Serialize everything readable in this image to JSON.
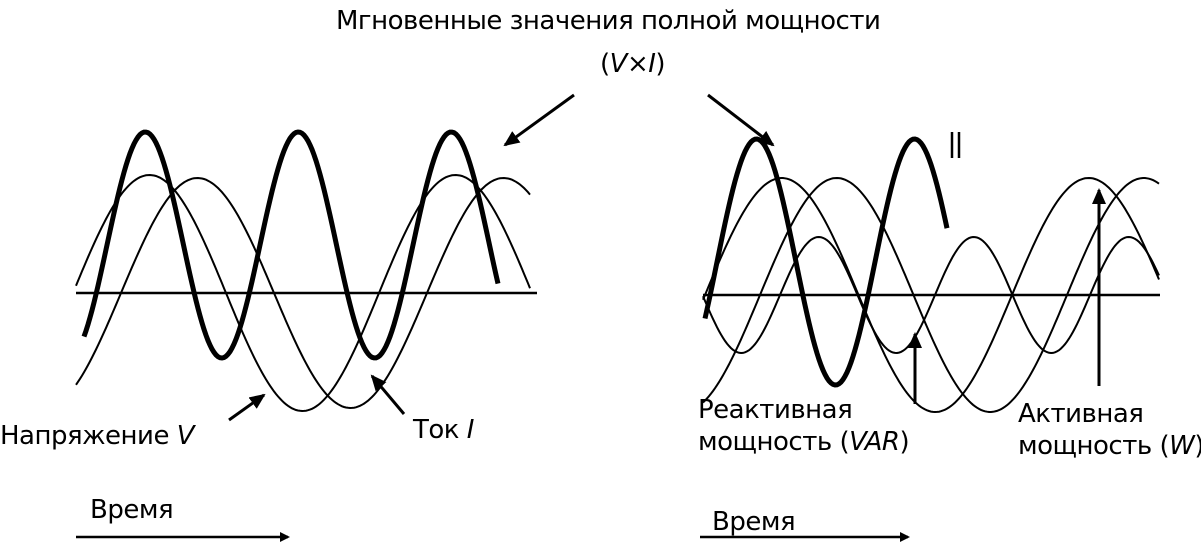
{
  "title": {
    "text": "Мгновенные значения полной мощности",
    "formula_v": "V",
    "formula_x": "×",
    "formula_i": "I"
  },
  "left_panel": {
    "voltage_label": "Напряжение ",
    "voltage_symbol": "V",
    "current_label": "Ток ",
    "current_symbol": "I",
    "time_label": "Время"
  },
  "right_panel": {
    "reactive_line1": "Реактивная",
    "reactive_line2": "мощность (",
    "reactive_symbol": "VAR",
    "reactive_close": ")",
    "active_line1": "Активная",
    "active_line2": "мощность (",
    "active_symbol": "W",
    "active_close": ")",
    "time_label": "Время",
    "phase_marker": "||"
  },
  "colors": {
    "ink": "#000000",
    "background": "#ffffff"
  }
}
